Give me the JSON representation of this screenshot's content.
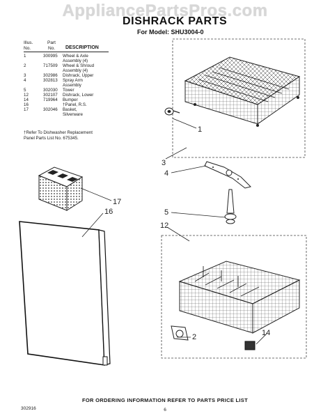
{
  "watermark": "AppliancePartsPros.com",
  "title": "DISHRACK PARTS",
  "model": "For Model: SHU3004-0",
  "table": {
    "header_illus": "Illus.\nNo.",
    "header_part": "Part\nNo.",
    "header_desc": "DESCRIPTION",
    "rows": [
      {
        "no": "1",
        "part": "300995",
        "desc": "Wheel & Axle\nAssembly (4)"
      },
      {
        "no": "2",
        "part": "717509",
        "desc": "Wheel & Shroud\nAssembly (4)"
      },
      {
        "no": "3",
        "part": "302986",
        "desc": "Dishrack, Upper"
      },
      {
        "no": "4",
        "part": "302813",
        "desc": "Spray Arm\nAssembly"
      },
      {
        "no": "5",
        "part": "302030",
        "desc": "Tower"
      },
      {
        "no": "12",
        "part": "302107",
        "desc": "Dishrack, Lower"
      },
      {
        "no": "14",
        "part": "719964",
        "desc": "Bumper"
      },
      {
        "no": "16",
        "part": "",
        "desc": "†Panel, R.S."
      },
      {
        "no": "17",
        "part": "302046",
        "desc": "Basket,\nSilverware"
      }
    ]
  },
  "ref_note": "†Refer To Dishwasher Replacement\nPanel Parts List No. 675345.",
  "callouts": [
    "1",
    "2",
    "3",
    "4",
    "5",
    "12",
    "14",
    "16",
    "17"
  ],
  "footer": "FOR ORDERING INFORMATION REFER TO PARTS PRICE LIST",
  "doc_no": "302916",
  "page_no": "6"
}
